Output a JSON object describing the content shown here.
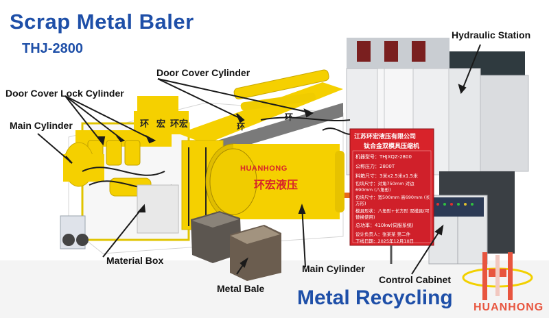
{
  "title": "Scrap Metal Baler",
  "model": "THJ-2800",
  "labels": {
    "hydraulic_station": "Hydraulic Station",
    "door_cover_cylinder": "Door Cover Cylinder",
    "door_cover_lock_cylinder": "Door Cover Lock Cylinder",
    "main_cylinder_left": "Main Cylinder",
    "material_box": "Material Box",
    "main_cylinder_bottom": "Main Cylinder",
    "metal_bale": "Metal Bale",
    "control_cabinet": "Control Cabinet"
  },
  "tagline": "Metal Recycling",
  "brand": {
    "name": "HUANHONG",
    "cylinder_text_en": "HUANHONG",
    "cylinder_text_cn": "环宏液压",
    "machine_marks": [
      "环",
      "宏",
      "环宏",
      "环",
      "环"
    ]
  },
  "sign": {
    "company": "江苏环宏液压有限公司",
    "product": "钛合金双模具压缩机",
    "lines": [
      "机器型号：THJXQZ-2800",
      "公称压力：2800T",
      "料箱尺寸：3米x2.5米x1.5米",
      "包块尺寸：对角750mm 对边690mm (八角形)",
      "包块尺寸：宽500mm 高690mm (长方形)",
      "模具形状：八角形+长方形 双模具(可替换使用)",
      "总功率：410kw(伺服系统)",
      "设计负责人：张某某 第二件",
      "下线日期：2025年12月10日"
    ]
  },
  "colors": {
    "title_blue": "#1e4fa8",
    "machine_yellow": "#f5d000",
    "sign_red": "#d8232a",
    "brand_red": "#e8553f"
  }
}
